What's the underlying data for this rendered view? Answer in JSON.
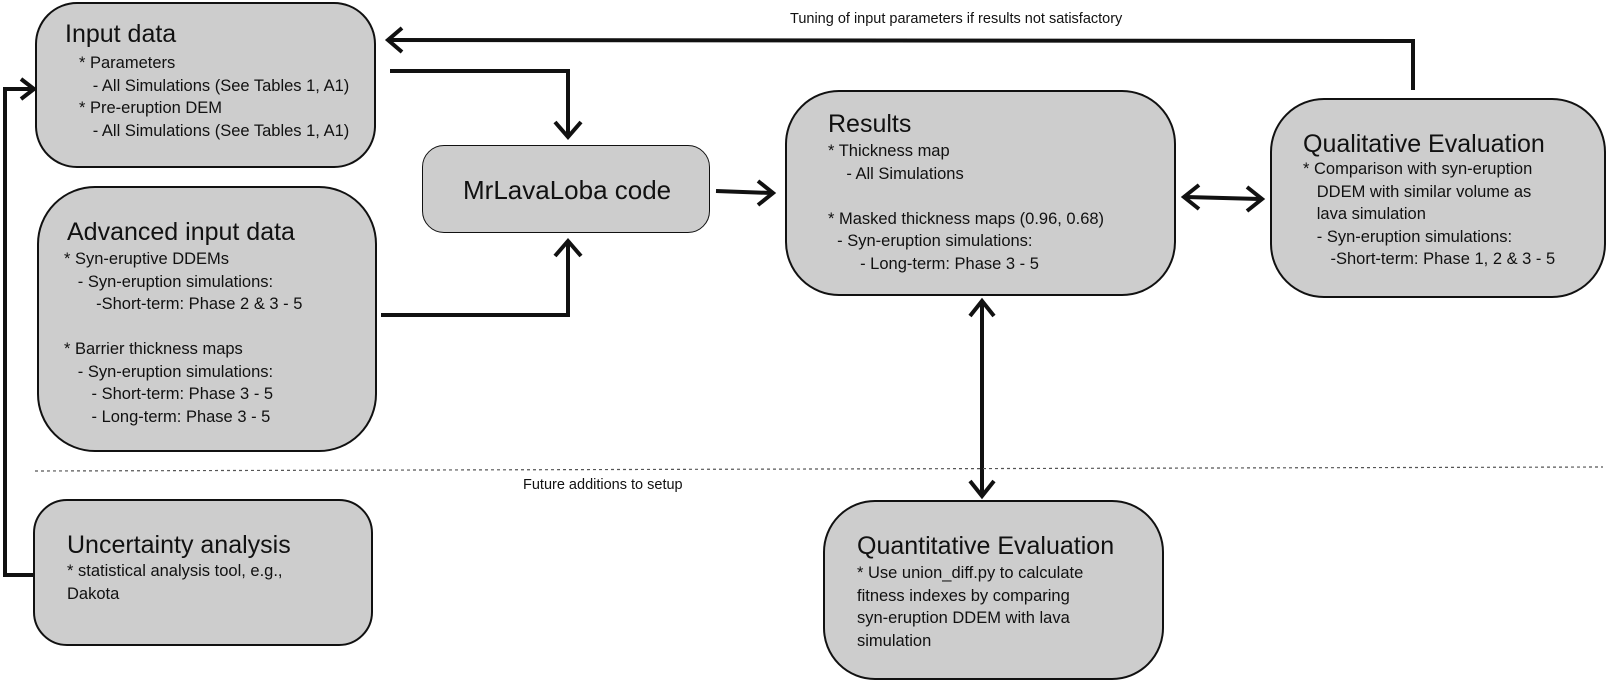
{
  "input_data": {
    "title": "Input data",
    "lines": "* Parameters\n   - All Simulations (See Tables 1, A1)\n* Pre-eruption DEM\n   - All Simulations (See Tables 1, A1)"
  },
  "advanced_input": {
    "title": "Advanced input data",
    "lines": "* Syn-eruptive DDEMs\n   - Syn-eruption simulations:\n       -Short-term: Phase 2 & 3 - 5\n\n* Barrier thickness maps\n   - Syn-eruption simulations:\n      - Short-term: Phase 3 - 5\n      - Long-term: Phase 3 - 5"
  },
  "code_box": {
    "title": "MrLavaLoba code"
  },
  "results": {
    "title": "Results",
    "lines": "* Thickness map\n    - All Simulations\n\n* Masked thickness maps (0.96, 0.68)\n  - Syn-eruption simulations:\n       - Long-term: Phase 3 - 5"
  },
  "qualitative": {
    "title": "Qualitative Evaluation",
    "lines": "* Comparison with syn-eruption\n   DDEM with similar volume as\n   lava simulation\n   - Syn-eruption simulations:\n      -Short-term: Phase 1, 2 & 3 - 5"
  },
  "quantitative": {
    "title": "Quantitative Evaluation",
    "lines": "* Use union_diff.py to calculate\nfitness indexes by comparing\nsyn-eruption DDEM with lava\nsimulation"
  },
  "uncertainty": {
    "title": "Uncertainty analysis",
    "lines": "* statistical analysis tool, e.g.,\nDakota"
  },
  "captions": {
    "tuning": "Tuning of input parameters if results not satisfactory",
    "future": "Future additions to setup"
  }
}
